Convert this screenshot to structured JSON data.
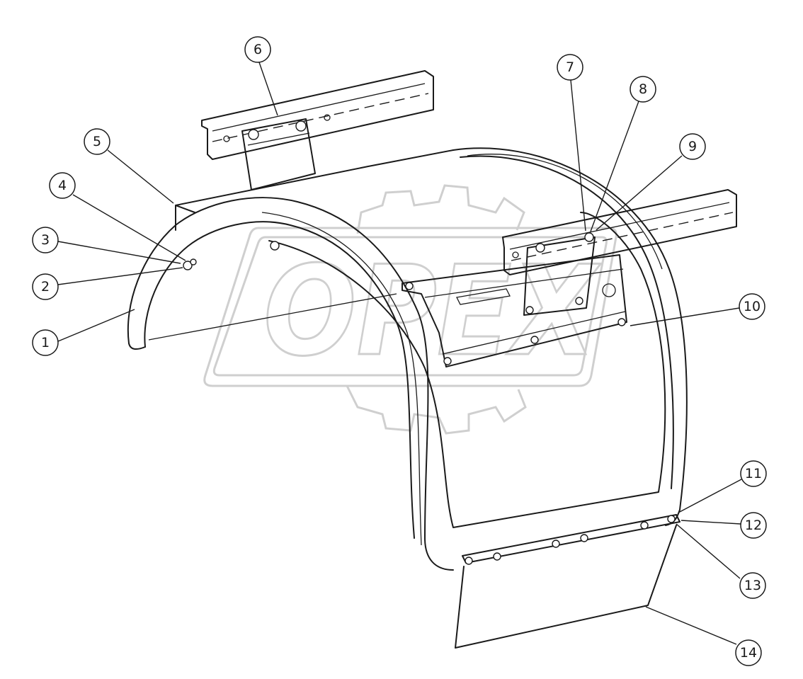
{
  "watermark": {
    "text": "OPEX",
    "color": "#cfcfcf"
  },
  "callouts": [
    {
      "label": "1"
    },
    {
      "label": "2"
    },
    {
      "label": "3"
    },
    {
      "label": "4"
    },
    {
      "label": "5"
    },
    {
      "label": "6"
    },
    {
      "label": "7"
    },
    {
      "label": "8"
    },
    {
      "label": "9"
    },
    {
      "label": "10"
    },
    {
      "label": "11"
    },
    {
      "label": "12"
    },
    {
      "label": "13"
    },
    {
      "label": "14"
    }
  ]
}
